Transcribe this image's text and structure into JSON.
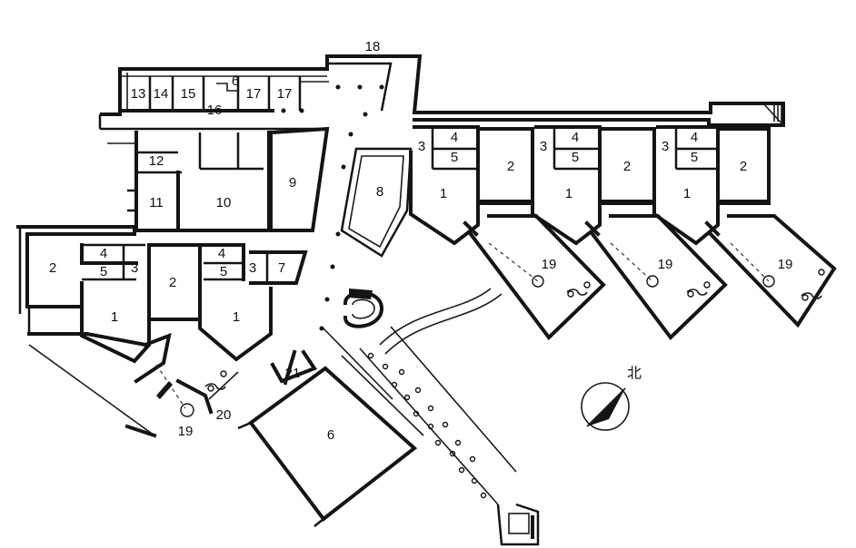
{
  "plan": {
    "north_label": "北",
    "rooms": [
      {
        "id": "r13",
        "label": "13"
      },
      {
        "id": "r14",
        "label": "14"
      },
      {
        "id": "r15",
        "label": "15"
      },
      {
        "id": "r16a",
        "label": "6"
      },
      {
        "id": "r16b",
        "label": "16"
      },
      {
        "id": "r17a",
        "label": "17"
      },
      {
        "id": "r17b",
        "label": "17"
      },
      {
        "id": "r18",
        "label": "18"
      },
      {
        "id": "r12",
        "label": "12"
      },
      {
        "id": "r11",
        "label": "11"
      },
      {
        "id": "r10",
        "label": "10"
      },
      {
        "id": "r9",
        "label": "9"
      },
      {
        "id": "r8",
        "label": "8"
      },
      {
        "id": "u1_3",
        "label": "3"
      },
      {
        "id": "u1_4",
        "label": "4"
      },
      {
        "id": "u1_5",
        "label": "5"
      },
      {
        "id": "u1_1",
        "label": "1"
      },
      {
        "id": "u1_2",
        "label": "2"
      },
      {
        "id": "u1_19",
        "label": "19"
      },
      {
        "id": "u2_3",
        "label": "3"
      },
      {
        "id": "u2_4",
        "label": "4"
      },
      {
        "id": "u2_5",
        "label": "5"
      },
      {
        "id": "u2_1",
        "label": "1"
      },
      {
        "id": "u2_2",
        "label": "2"
      },
      {
        "id": "u2_19",
        "label": "19"
      },
      {
        "id": "u3_3",
        "label": "3"
      },
      {
        "id": "u3_4",
        "label": "4"
      },
      {
        "id": "u3_5",
        "label": "5"
      },
      {
        "id": "u3_1",
        "label": "1"
      },
      {
        "id": "u3_2",
        "label": "2"
      },
      {
        "id": "u3_19",
        "label": "19"
      },
      {
        "id": "w_2a",
        "label": "2"
      },
      {
        "id": "w_4a",
        "label": "4"
      },
      {
        "id": "w_5a",
        "label": "5"
      },
      {
        "id": "w_3a",
        "label": "3"
      },
      {
        "id": "w_2b",
        "label": "2"
      },
      {
        "id": "w_4b",
        "label": "4"
      },
      {
        "id": "w_5b",
        "label": "5"
      },
      {
        "id": "w_3b",
        "label": "3"
      },
      {
        "id": "w_7",
        "label": "7"
      },
      {
        "id": "w_1a",
        "label": "1"
      },
      {
        "id": "w_1b",
        "label": "1"
      },
      {
        "id": "w_19",
        "label": "19"
      },
      {
        "id": "w_20",
        "label": "20"
      },
      {
        "id": "w_21",
        "label": "21"
      },
      {
        "id": "w_6",
        "label": "6"
      }
    ]
  }
}
